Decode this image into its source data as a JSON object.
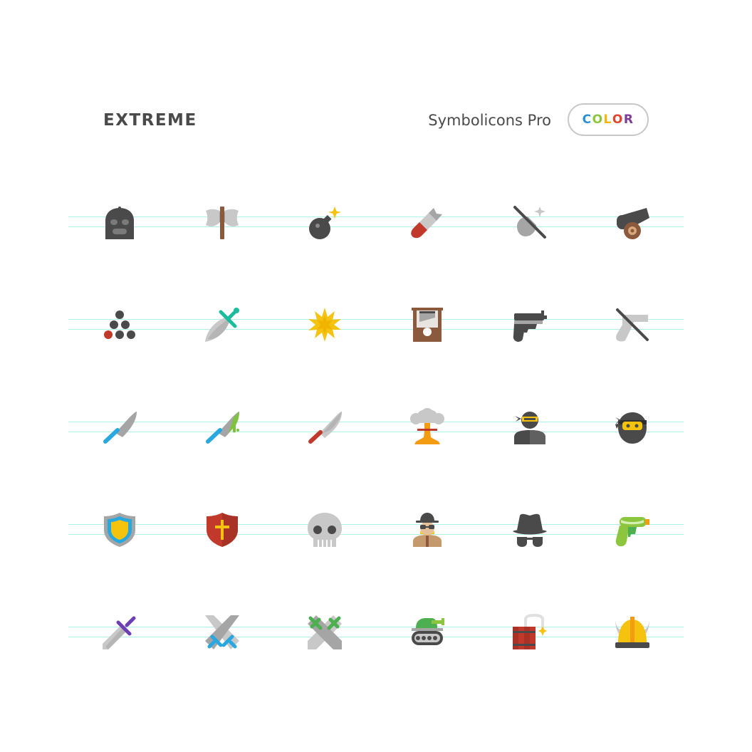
{
  "header": {
    "title": "EXTREME",
    "brand": "Symbolicons Pro",
    "badge": {
      "letters": [
        "C",
        "O",
        "L",
        "O",
        "R"
      ],
      "colors": [
        "#2a8fd7",
        "#8cc63f",
        "#f7b500",
        "#e0452d",
        "#7d3c98"
      ]
    }
  },
  "palette": {
    "dark": "#4a4a4a",
    "gray": "#a5a5a5",
    "light_gray": "#c8c8c8",
    "red": "#c0392b",
    "yellow": "#f5c30e",
    "orange": "#f39c12",
    "blue": "#29a8e0",
    "teal": "#1abc9c",
    "green": "#4caf50",
    "lime": "#8cc63f",
    "brown": "#8b5a3c",
    "purple": "#6c3fb5",
    "guide": "#aef0ea"
  },
  "icons": [
    [
      "balaclava-icon",
      "battle-axe-icon",
      "bomb-icon",
      "missile-icon",
      "no-bombs-icon",
      "cannon-icon"
    ],
    [
      "cannonballs-icon",
      "dagger-icon",
      "explosion-icon",
      "guillotine-icon",
      "handgun-icon",
      "no-guns-icon"
    ],
    [
      "knife-icon",
      "bloody-knife-icon",
      "machete-icon",
      "mushroom-cloud-icon",
      "ninja-icon",
      "ninja-head-icon"
    ],
    [
      "shield-icon",
      "crusader-shield-icon",
      "skull-icon",
      "spy-icon",
      "incognito-icon",
      "water-gun-icon"
    ],
    [
      "sword-icon",
      "crossed-swords-icon",
      "crossed-green-swords-icon",
      "tank-icon",
      "dynamite-icon",
      "viking-helmet-icon"
    ]
  ]
}
